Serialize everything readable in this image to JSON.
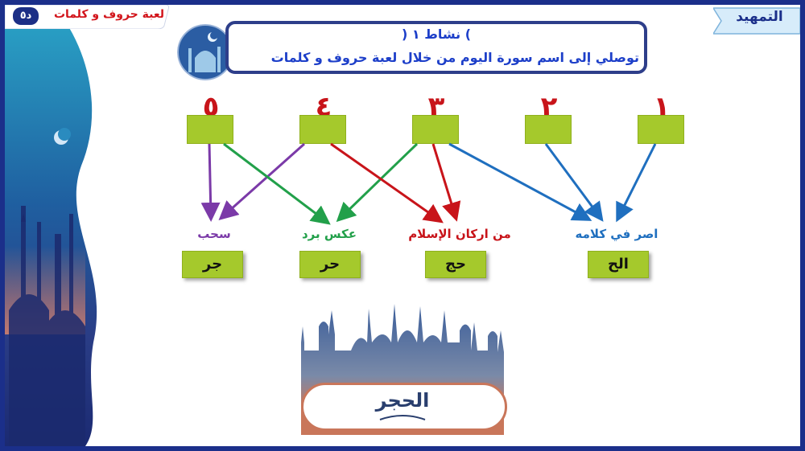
{
  "header": {
    "tab_title": "لعبة حروف و كلمات",
    "tab_badge": "د٥",
    "ribbon_label": "التمهيد"
  },
  "activity": {
    "title": "نشاط ١",
    "paren_open": "(",
    "paren_close": ")",
    "instruction": "توصلي إلى  اسم سورة اليوم من خلال لعبة حروف و كلمات"
  },
  "numbers": [
    "١",
    "٢",
    "٣",
    "٤",
    "٥"
  ],
  "clues": [
    {
      "label": "اصر في كلامه",
      "color": "#1f6fbf"
    },
    {
      "label": "من اركان الإسلام",
      "color": "#c8141a"
    },
    {
      "label": "عكس برد",
      "color": "#22a04a"
    },
    {
      "label": "سحب",
      "color": "#7b3aa8"
    }
  ],
  "answers": [
    "الح",
    "حج",
    "حر",
    "جر"
  ],
  "emblem_text": "الحجر",
  "colors": {
    "frame": "#1b2f8a",
    "green_box": "#a5c92c",
    "number_red": "#c8141a",
    "blue_line": "#1f6fbf",
    "red_line": "#c8141a",
    "green_line": "#22a04a",
    "purple_line": "#7b3aa8"
  }
}
